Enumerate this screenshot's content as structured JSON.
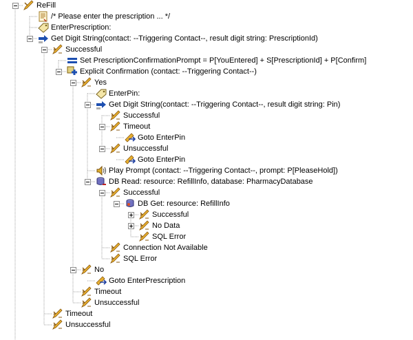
{
  "tree": [
    {
      "label": "ReFill",
      "icon": "action-icon",
      "expander": "minus"
    },
    {
      "label": "/* Please enter the prescription ... */",
      "icon": "comment-icon"
    },
    {
      "label": "EnterPrescription:",
      "icon": "label-icon"
    },
    {
      "label": "Get Digit String(contact: --Triggering Contact--, result digit string: PrescriptionId)",
      "icon": "get-digit-string-icon",
      "expander": "minus"
    },
    {
      "label": "Successful",
      "icon": "branch-icon",
      "expander": "minus"
    },
    {
      "label": "Set PrescriptionConfirmationPrompt = P[YouEntered] + S[PrescriptionId] + P[Confirm]",
      "icon": "set-icon"
    },
    {
      "label": "Explicit Confirmation (contact: --Triggering Contact--)",
      "icon": "explicit-confirmation-icon",
      "expander": "minus"
    },
    {
      "label": "Yes",
      "icon": "branch-icon",
      "expander": "minus"
    },
    {
      "label": "EnterPin:",
      "icon": "label-icon"
    },
    {
      "label": "Get Digit String(contact: --Triggering Contact--, result digit string: Pin)",
      "icon": "get-digit-string-icon",
      "expander": "minus"
    },
    {
      "label": "Successful",
      "icon": "branch-icon"
    },
    {
      "label": "Timeout",
      "icon": "branch-icon",
      "expander": "minus"
    },
    {
      "label": "Goto EnterPin",
      "icon": "goto-icon"
    },
    {
      "label": "Unsuccessful",
      "icon": "branch-icon",
      "expander": "minus"
    },
    {
      "label": "Goto EnterPin",
      "icon": "goto-icon"
    },
    {
      "label": "Play Prompt (contact: --Triggering Contact--, prompt: P[PleaseHold])",
      "icon": "speaker-icon"
    },
    {
      "label": "DB Read:  resource: RefillInfo, database: PharmacyDatabase",
      "icon": "db-read-icon",
      "expander": "minus"
    },
    {
      "label": "Successful",
      "icon": "branch-icon",
      "expander": "minus"
    },
    {
      "label": "DB Get:  resource: RefillInfo",
      "icon": "db-get-icon",
      "expander": "minus"
    },
    {
      "label": "Successful",
      "icon": "branch-icon",
      "expander": "plus"
    },
    {
      "label": "No Data",
      "icon": "branch-icon",
      "expander": "plus"
    },
    {
      "label": "SQL Error",
      "icon": "branch-icon"
    },
    {
      "label": "Connection Not Available",
      "icon": "branch-icon"
    },
    {
      "label": "SQL Error",
      "icon": "branch-icon"
    },
    {
      "label": "No",
      "icon": "branch-icon",
      "expander": "minus"
    },
    {
      "label": "Goto EnterPrescription",
      "icon": "goto-icon"
    },
    {
      "label": "Timeout",
      "icon": "branch-icon"
    },
    {
      "label": "Unsuccessful",
      "icon": "branch-icon"
    },
    {
      "label": "Timeout",
      "icon": "branch-icon"
    },
    {
      "label": "Unsuccessful",
      "icon": "branch-icon"
    }
  ],
  "colors": {
    "tree_line": "#a0a0a0",
    "branch_fill": "#e8b030",
    "branch_stroke": "#8a5a10",
    "arrow_blue": "#1d4fb0"
  }
}
